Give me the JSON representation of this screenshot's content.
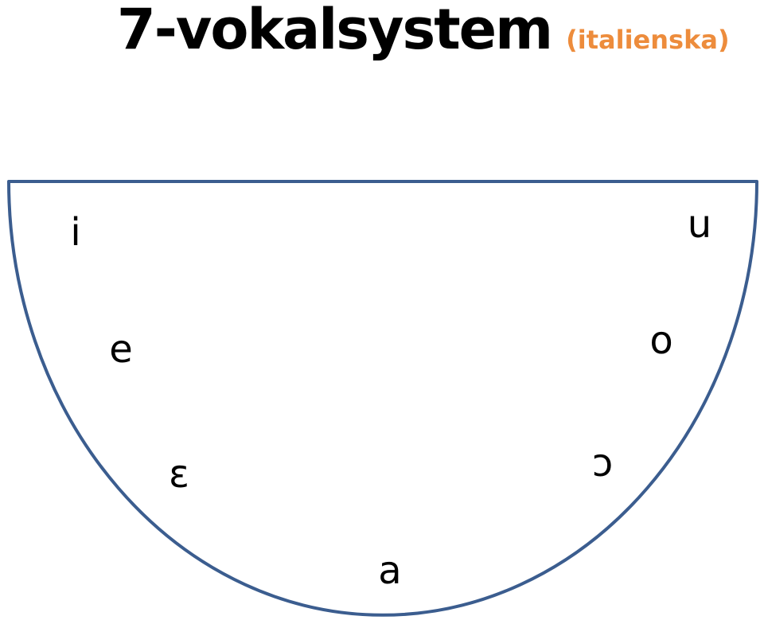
{
  "title": {
    "main": "7-vokalsystem",
    "subtitle": "(italienska)",
    "subtitle_color": "#ED8C3C"
  },
  "diagram": {
    "outline_color": "#3B5D8F",
    "vowels": {
      "i": "i",
      "e": "e",
      "epsilon": "ɛ",
      "a": "a",
      "open_o": "ɔ",
      "o": "o",
      "u": "u"
    }
  }
}
